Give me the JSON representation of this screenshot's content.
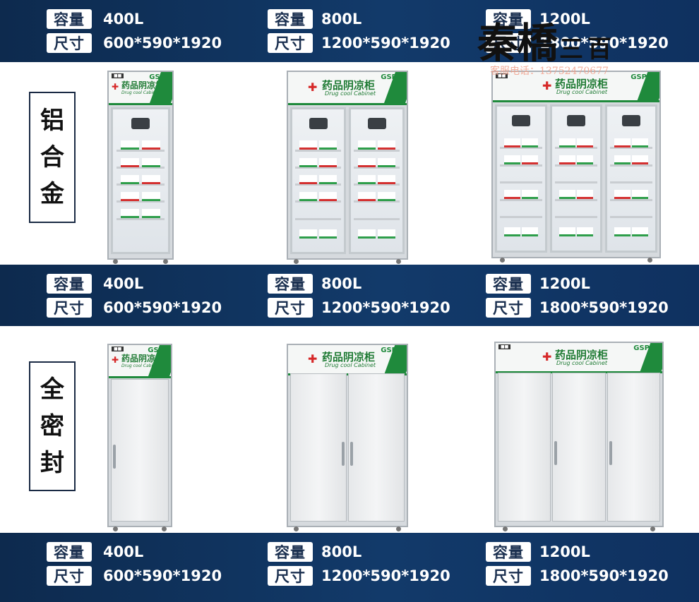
{
  "labels": {
    "capacity": "容量",
    "size": "尺寸"
  },
  "side_labels": {
    "aluminum": [
      "铝",
      "合",
      "金"
    ],
    "sealed": [
      "全",
      "密",
      "封"
    ]
  },
  "rows": {
    "top": [
      {
        "capacity": "400L",
        "size": "600*590*1920"
      },
      {
        "capacity": "800L",
        "size": "1200*590*1920"
      },
      {
        "capacity": "1200L",
        "size": "1800*590*1920"
      }
    ],
    "mid": [
      {
        "capacity": "400L",
        "size": "600*590*1920"
      },
      {
        "capacity": "800L",
        "size": "1200*590*1920"
      },
      {
        "capacity": "1200L",
        "size": "1800*590*1920"
      }
    ],
    "bot": [
      {
        "capacity": "400L",
        "size": "600*590*1920"
      },
      {
        "capacity": "800L",
        "size": "1200*590*1920"
      },
      {
        "capacity": "1200L",
        "size": "1800*590*1920"
      }
    ]
  },
  "cabinet_header": {
    "title": "药品阴凉柜",
    "subtitle": "Drug cool Cabinet",
    "gsp": "GSP",
    "cross": "✚"
  },
  "watermark": {
    "name": "秦橋",
    "suffix": "三百",
    "phone": "客服电话：13752470677"
  },
  "colors": {
    "band": "#123a6a",
    "accent_green": "#1f8a3c",
    "cross_red": "#d62828"
  }
}
